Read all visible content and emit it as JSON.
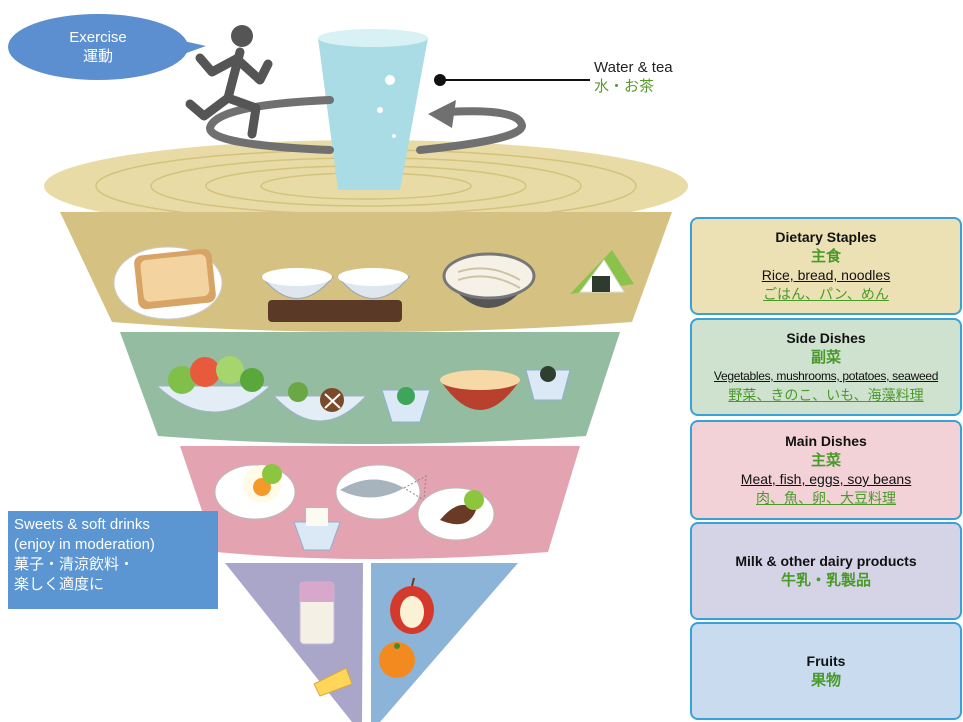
{
  "exercise": {
    "en": "Exercise",
    "jp": "運動"
  },
  "water": {
    "en": "Water & tea",
    "jp": "水・お茶"
  },
  "sweets": {
    "line1": "Sweets & soft drinks",
    "line2": "(enjoy in moderation)",
    "line3": "菓子・清涼飲料・",
    "line4": "楽しく適度に"
  },
  "groups": [
    {
      "title": "Dietary Staples",
      "jp_title": "主食",
      "examples": "Rice, bread, noodles",
      "jp_examples": "ごはん、パン、めん",
      "color": "#ebe1b4"
    },
    {
      "title": "Side Dishes",
      "jp_title": "副菜",
      "examples": "Vegetables, mushrooms, potatoes, seaweed",
      "jp_examples": "野菜、きのこ、いも、海藻料理",
      "color": "#cfe1cf"
    },
    {
      "title": "Main Dishes",
      "jp_title": "主菜",
      "examples": "Meat, fish, eggs, soy beans",
      "jp_examples": "肉、魚、卵、大豆料理",
      "color": "#f2d2d7"
    },
    {
      "title": "Milk & other dairy products",
      "jp_title": "牛乳・乳製品",
      "color": "#d4d4e6"
    },
    {
      "title": "Fruits",
      "jp_title": "果物",
      "color": "#c9dcef"
    }
  ],
  "colors": {
    "staples_band": "#d5c283",
    "side_band": "#93bca0",
    "main_band": "#e4a3b0",
    "dairy_band": "#a9a6c9",
    "fruit_band": "#8cb4d8",
    "top_disc": "#e9dba6",
    "legend_border": "#3aa0d8",
    "japanese_text": "#4a9a2a"
  }
}
